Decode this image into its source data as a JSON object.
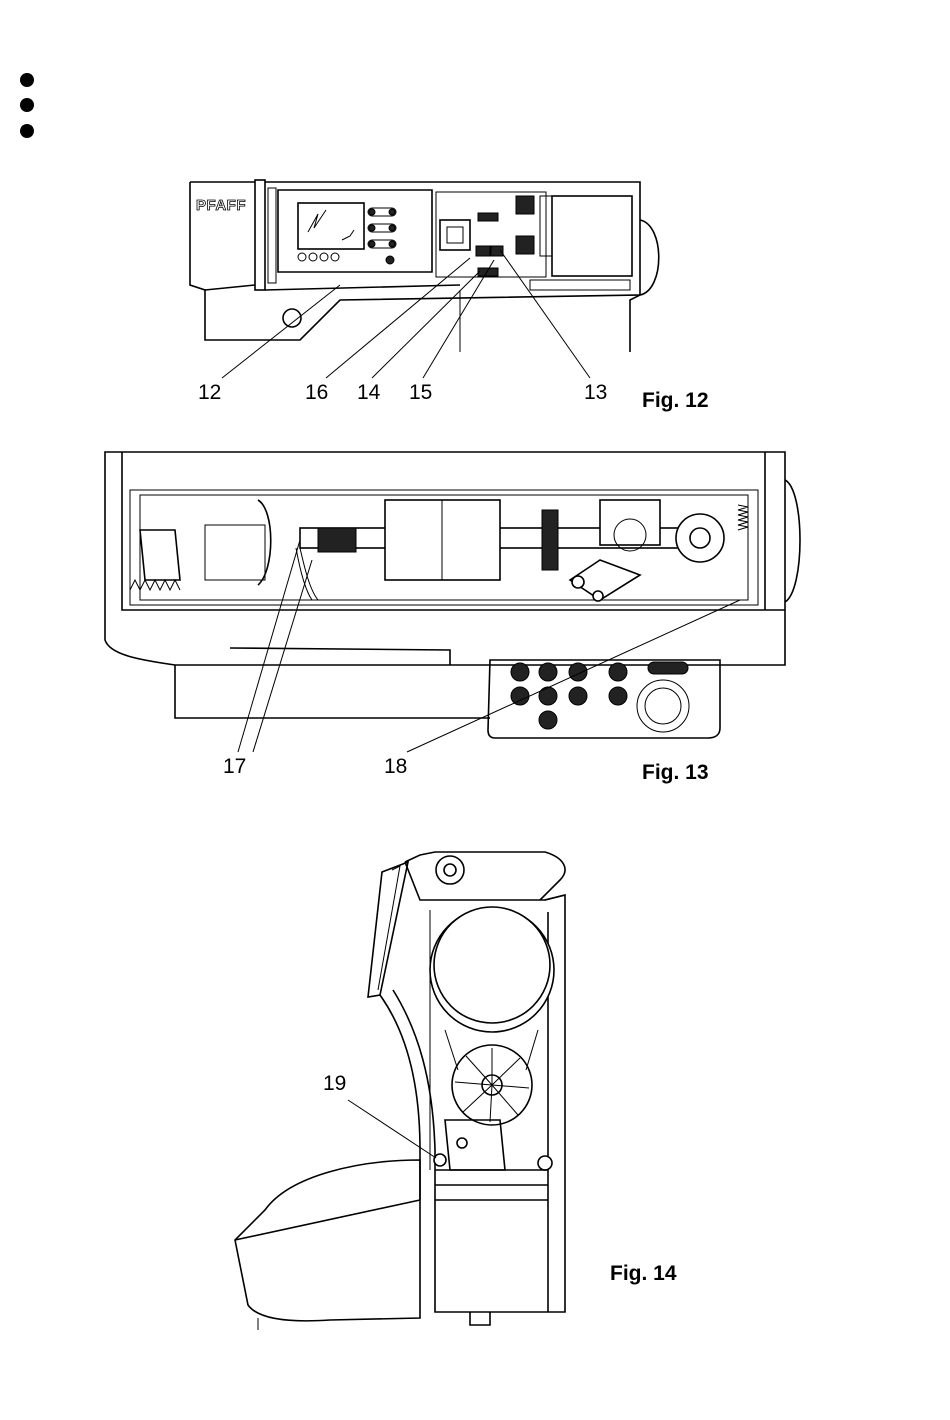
{
  "bullets": [
    "",
    "",
    ""
  ],
  "fig12": {
    "brand": "PFAFF",
    "label": "Fig. 12",
    "callouts": [
      "12",
      "16",
      "14",
      "15",
      "13"
    ]
  },
  "fig13": {
    "label": "Fig. 13",
    "callouts": [
      "17",
      "18"
    ]
  },
  "fig14": {
    "label": "Fig. 14",
    "callouts": [
      "19"
    ]
  }
}
